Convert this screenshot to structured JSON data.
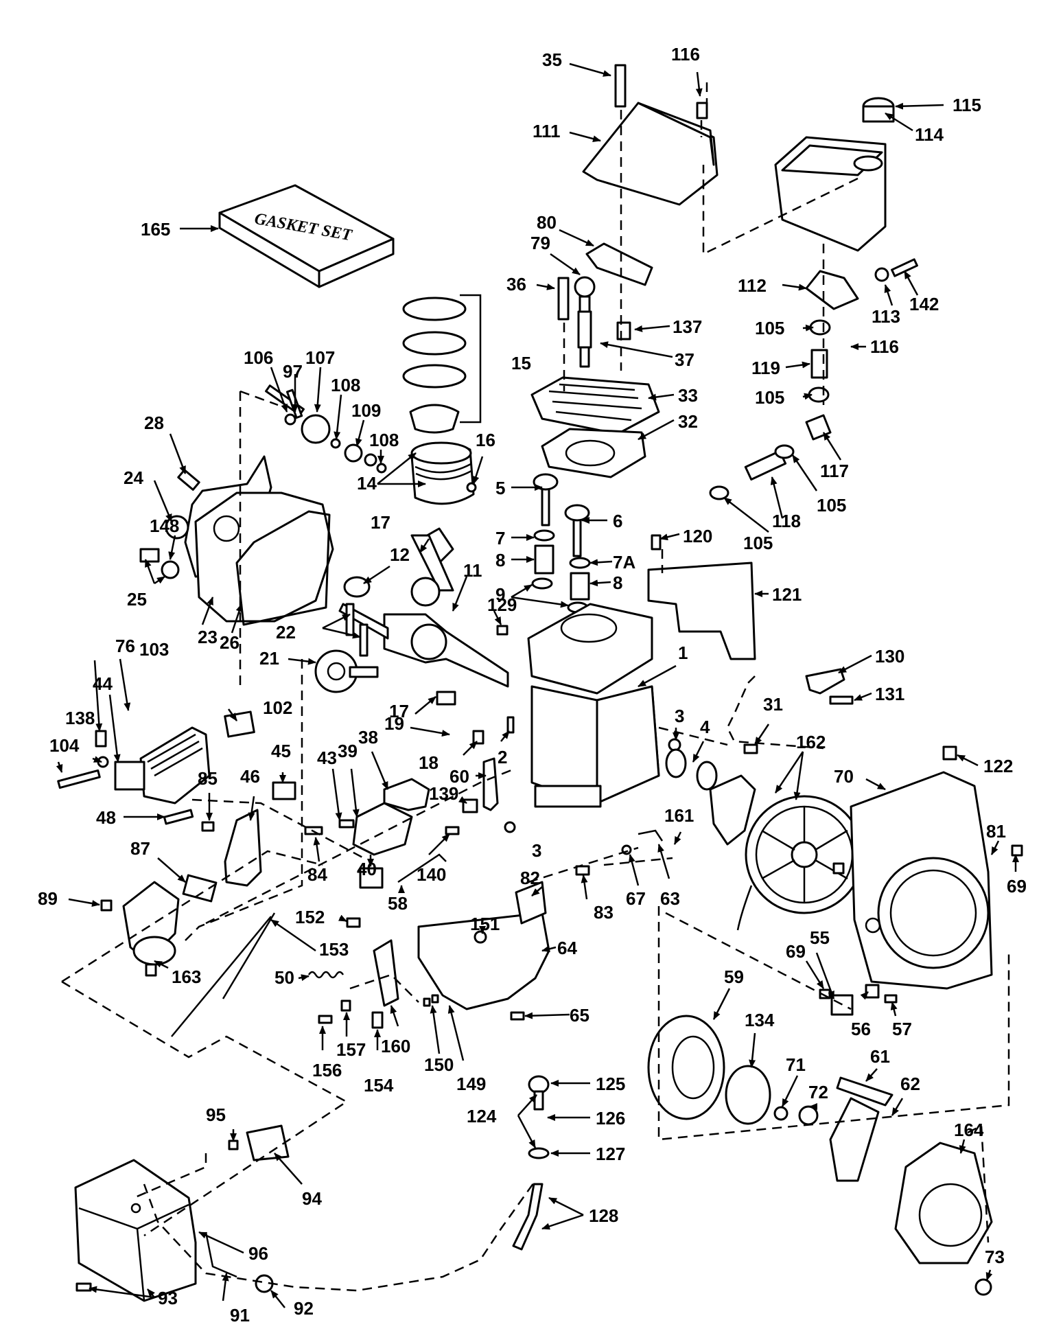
{
  "gasket_set_label": "GASKET SET",
  "callouts": [
    "1",
    "2",
    "3",
    "4",
    "5",
    "6",
    "7",
    "7A",
    "8",
    "9",
    "11",
    "12",
    "14",
    "15",
    "16",
    "17",
    "18",
    "19",
    "21",
    "22",
    "23",
    "24",
    "25",
    "26",
    "28",
    "31",
    "32",
    "33",
    "35",
    "36",
    "37",
    "38",
    "39",
    "40",
    "43",
    "44",
    "45",
    "46",
    "48",
    "50",
    "55",
    "56",
    "57",
    "58",
    "59",
    "60",
    "61",
    "62",
    "63",
    "64",
    "65",
    "67",
    "69",
    "70",
    "71",
    "72",
    "73",
    "76",
    "79",
    "80",
    "81",
    "82",
    "83",
    "84",
    "85",
    "87",
    "89",
    "91",
    "92",
    "93",
    "94",
    "95",
    "96",
    "97",
    "102",
    "103",
    "104",
    "105",
    "106",
    "107",
    "108",
    "109",
    "111",
    "112",
    "113",
    "114",
    "115",
    "116",
    "117",
    "118",
    "119",
    "120",
    "121",
    "122",
    "124",
    "125",
    "126",
    "127",
    "128",
    "129",
    "130",
    "131",
    "134",
    "137",
    "138",
    "139",
    "140",
    "142",
    "148",
    "149",
    "150",
    "151",
    "152",
    "153",
    "154",
    "156",
    "157",
    "160",
    "161",
    "162",
    "163",
    "164",
    "165"
  ]
}
